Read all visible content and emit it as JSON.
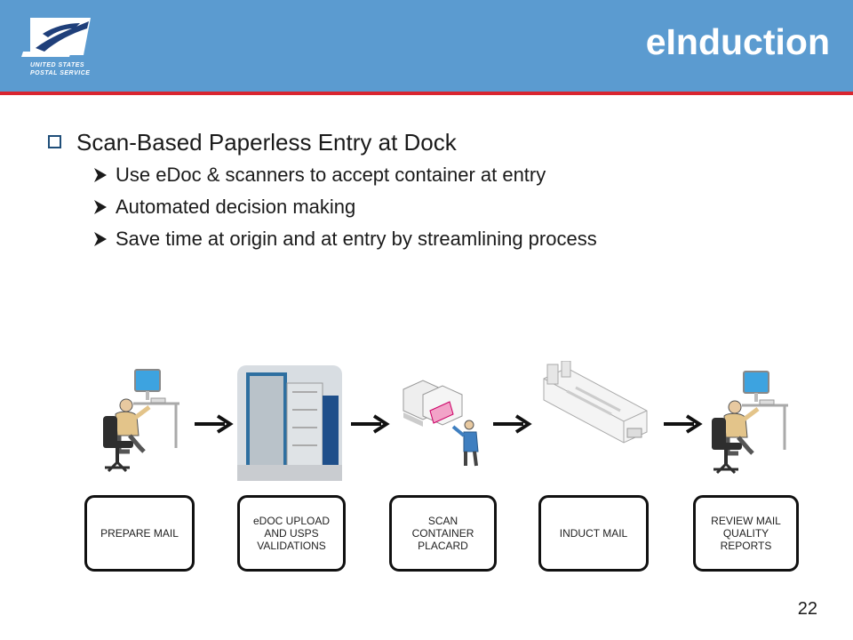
{
  "header": {
    "title": "eInduction",
    "logo": {
      "icon": "usps-eagle-icon",
      "line1": "UNITED STATES",
      "line2": "POSTAL SERVICE"
    },
    "colors": {
      "band": "#5b9bd0",
      "rule": "#d9252f"
    }
  },
  "bullets": {
    "main": "Scan-Based Paperless Entry at Dock",
    "sub": [
      "Use eDoc & scanners to accept container at entry",
      "Automated decision making",
      "Save time at origin and at entry by streamlining process"
    ]
  },
  "flow": {
    "steps": [
      {
        "label": "PREPARE MAIL",
        "icon": "person-at-computer-icon"
      },
      {
        "label": "eDOC UPLOAD AND USPS VALIDATIONS",
        "icon": "server-room-icon"
      },
      {
        "label": "SCAN CONTAINER PLACARD",
        "icon": "scan-pallet-icon"
      },
      {
        "label": "INDUCT MAIL",
        "icon": "sorting-machine-icon"
      },
      {
        "label": "REVIEW MAIL QUALITY REPORTS",
        "icon": "person-at-computer-icon"
      }
    ]
  },
  "page_number": "22"
}
